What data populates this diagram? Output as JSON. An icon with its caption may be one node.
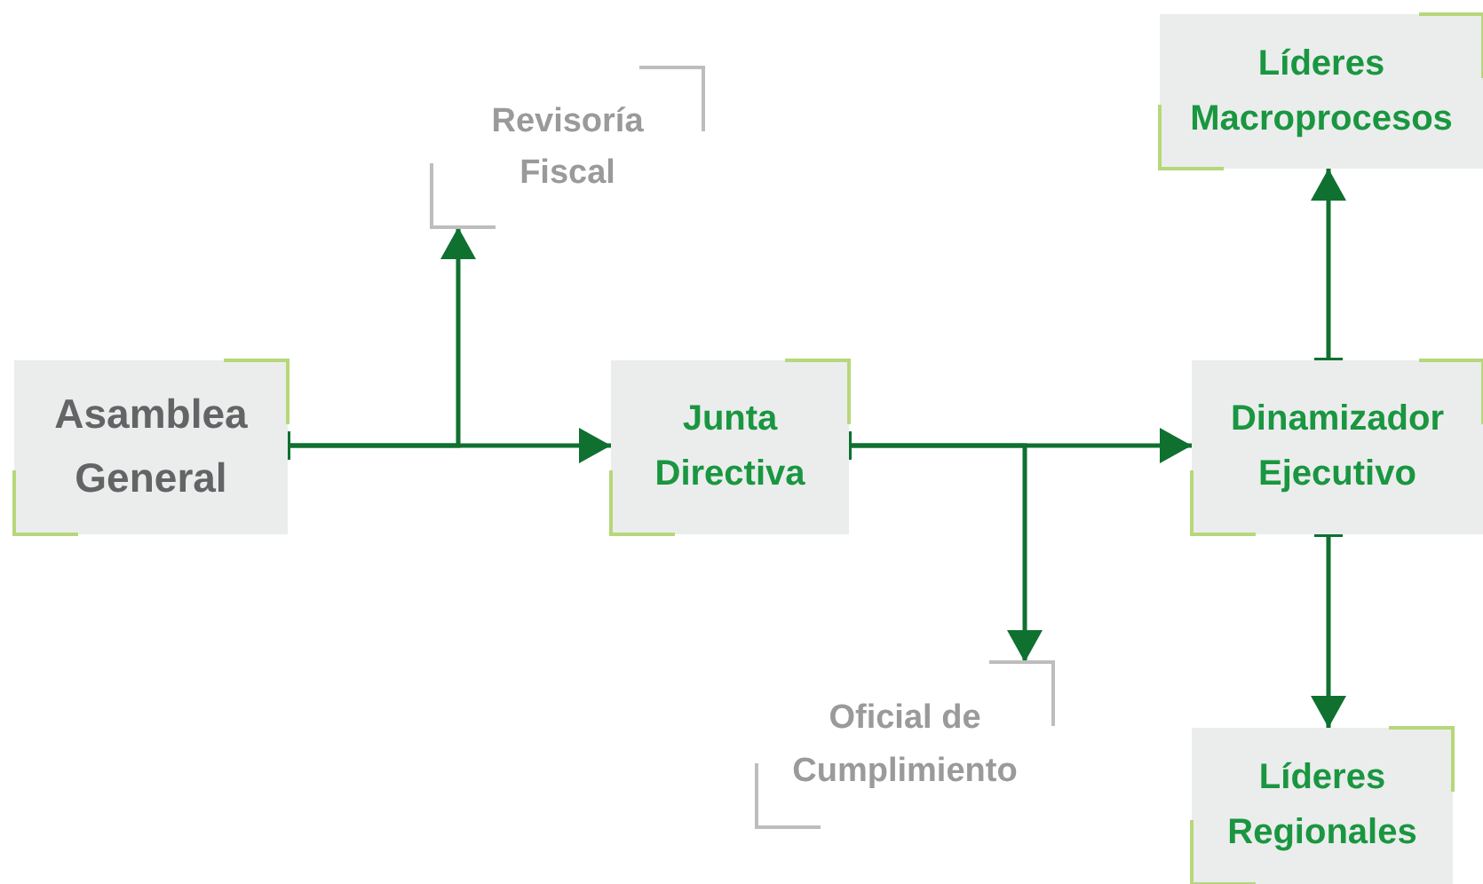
{
  "diagram": {
    "nodes": [
      {
        "text": [
          "Asamblea General"
        ]
      },
      {
        "text": [
          "Revisoría Fiscal"
        ]
      },
      {
        "text": [
          "Junta Directiva"
        ]
      },
      {
        "text": [
          "Oficial de Cumplimiento"
        ]
      },
      {
        "text": [
          "Dinamizador Ejecutivo"
        ]
      },
      {
        "text": [
          "Líderes Macroprocesos"
        ]
      },
      {
        "text": [
          "Líderes Regionales"
        ]
      }
    ],
    "edges": [
      {
        "from": 0,
        "to": 2,
        "arrow": "to"
      },
      {
        "from": 0,
        "to": 1,
        "arrow": "to"
      },
      {
        "from": 2,
        "to": 4,
        "arrow": "to"
      },
      {
        "from": 2,
        "to": 3,
        "arrow": "to"
      },
      {
        "from": 4,
        "to": 5,
        "arrow": "to"
      },
      {
        "from": 4,
        "to": 6,
        "arrow": "to"
      }
    ]
  }
}
